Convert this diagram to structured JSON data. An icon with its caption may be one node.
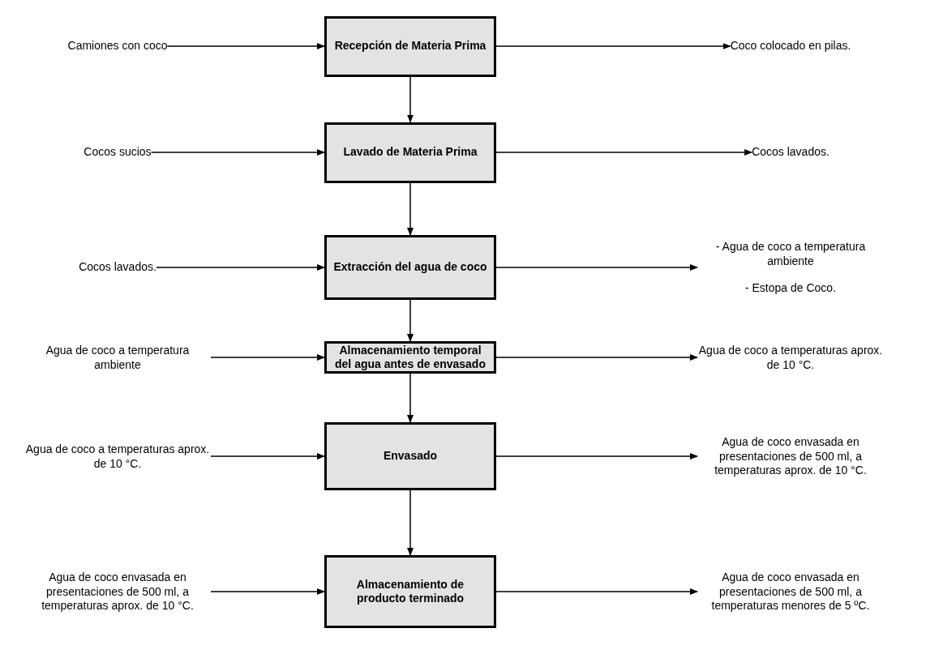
{
  "diagram": {
    "nodes": [
      {
        "text": [
          "Camiones con coco"
        ]
      },
      {
        "text": [
          "Recepción de Materia Prima"
        ]
      },
      {
        "text": [
          "Coco colocado en pilas."
        ]
      },
      {
        "text": [
          "Cocos sucios"
        ]
      },
      {
        "text": [
          "Lavado de Materia Prima"
        ]
      },
      {
        "text": [
          "Cocos lavados."
        ]
      },
      {
        "text": [
          "Cocos lavados."
        ]
      },
      {
        "text": [
          "Extracción del agua de coco"
        ]
      },
      {
        "text": [
          "- Agua de coco a temperatura ambiente",
          "- Estopa de Coco."
        ]
      },
      {
        "text": [
          "Agua de coco a temperatura ambiente"
        ]
      },
      {
        "text": [
          "Almacenamiento temporal del agua antes de envasado"
        ]
      },
      {
        "text": [
          "Agua de coco a temperaturas aprox. de 10 °C."
        ]
      },
      {
        "text": [
          "Agua de coco a temperaturas aprox. de 10 °C."
        ]
      },
      {
        "text": [
          "Envasado"
        ]
      },
      {
        "text": [
          "Agua de coco envasada en presentaciones de 500 ml, a temperaturas aprox. de 10 °C."
        ]
      },
      {
        "text": [
          "Agua de coco envasada en presentaciones de 500 ml, a temperaturas aprox. de 10 °C."
        ]
      },
      {
        "text": [
          "Almacenamiento de producto terminado"
        ]
      },
      {
        "text": [
          "Agua de coco envasada en presentaciones de 500 ml, a temperaturas menores de 5 ºC."
        ]
      }
    ],
    "edges": [
      {
        "from": 0,
        "to": 1,
        "arrow": "to"
      },
      {
        "from": 1,
        "to": 2,
        "arrow": "to"
      },
      {
        "from": 1,
        "to": 4,
        "arrow": "to"
      },
      {
        "from": 3,
        "to": 4,
        "arrow": "to"
      },
      {
        "from": 4,
        "to": 5,
        "arrow": "to"
      },
      {
        "from": 4,
        "to": 7,
        "arrow": "to"
      },
      {
        "from": 6,
        "to": 7,
        "arrow": "to"
      },
      {
        "from": 7,
        "to": 8,
        "arrow": "to"
      },
      {
        "from": 7,
        "to": 10,
        "arrow": "to"
      },
      {
        "from": 9,
        "to": 10,
        "arrow": "to"
      },
      {
        "from": 10,
        "to": 11,
        "arrow": "to"
      },
      {
        "from": 10,
        "to": 13,
        "arrow": "to"
      },
      {
        "from": 12,
        "to": 13,
        "arrow": "to"
      },
      {
        "from": 13,
        "to": 14,
        "arrow": "to"
      },
      {
        "from": 13,
        "to": 16,
        "arrow": "to"
      },
      {
        "from": 15,
        "to": 16,
        "arrow": "to"
      },
      {
        "from": 16,
        "to": 17,
        "arrow": "to"
      }
    ]
  }
}
